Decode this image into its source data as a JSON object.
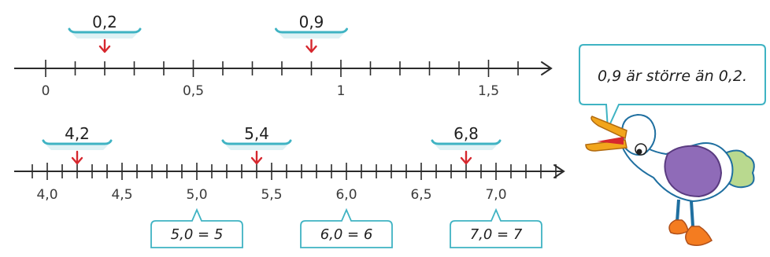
{
  "colors": {
    "line": "#2b2b2b",
    "arrow": "#d6272e",
    "tray_edge": "#3fb3c3",
    "tray_fill": "#dff2f5",
    "bubble_border": "#3fb3c3",
    "bird_beak": "#f2a51c",
    "bird_body": "#8f6bb8",
    "bird_wing": "#8bbf6a",
    "bird_feet": "#f47c20"
  },
  "number_lines": [
    {
      "name": "line-0-to-1-5",
      "ticks": [
        0,
        0.1,
        0.2,
        0.3,
        0.4,
        0.5,
        0.6,
        0.7,
        0.8,
        0.9,
        1,
        1.1,
        1.2,
        1.3,
        1.4,
        1.5,
        1.6
      ],
      "tick_labels": [
        {
          "value": 0,
          "text": "0"
        },
        {
          "value": 0.5,
          "text": "0,5"
        },
        {
          "value": 1,
          "text": "1"
        },
        {
          "value": 1.5,
          "text": "1,5"
        }
      ],
      "markers": [
        {
          "value": 0.2,
          "label": "0,2"
        },
        {
          "value": 0.9,
          "label": "0,9"
        }
      ]
    },
    {
      "name": "line-4-to-7",
      "ticks": [
        3.9,
        4.0,
        4.1,
        4.2,
        4.3,
        4.4,
        4.5,
        4.6,
        4.7,
        4.8,
        4.9,
        5.0,
        5.1,
        5.2,
        5.3,
        5.4,
        5.5,
        5.6,
        5.7,
        5.8,
        5.9,
        6.0,
        6.1,
        6.2,
        6.3,
        6.4,
        6.5,
        6.6,
        6.7,
        6.8,
        6.9,
        7.0,
        7.1,
        7.2,
        7.3,
        7.4
      ],
      "tick_labels": [
        {
          "value": 4.0,
          "text": "4,0"
        },
        {
          "value": 4.5,
          "text": "4,5"
        },
        {
          "value": 5.0,
          "text": "5,0"
        },
        {
          "value": 5.5,
          "text": "5,5"
        },
        {
          "value": 6.0,
          "text": "6,0"
        },
        {
          "value": 6.5,
          "text": "6,5"
        },
        {
          "value": 7.0,
          "text": "7,0"
        }
      ],
      "markers": [
        {
          "value": 4.2,
          "label": "4,2"
        },
        {
          "value": 5.4,
          "label": "5,4"
        },
        {
          "value": 6.8,
          "label": "6,8"
        }
      ],
      "equalities": [
        {
          "value": 5.0,
          "text": "5,0 = 5"
        },
        {
          "value": 6.0,
          "text": "6,0 = 6"
        },
        {
          "value": 7.0,
          "text": "7,0 = 7"
        }
      ]
    }
  ],
  "speech_bubble": {
    "text": "0,9 är större än 0,2."
  }
}
